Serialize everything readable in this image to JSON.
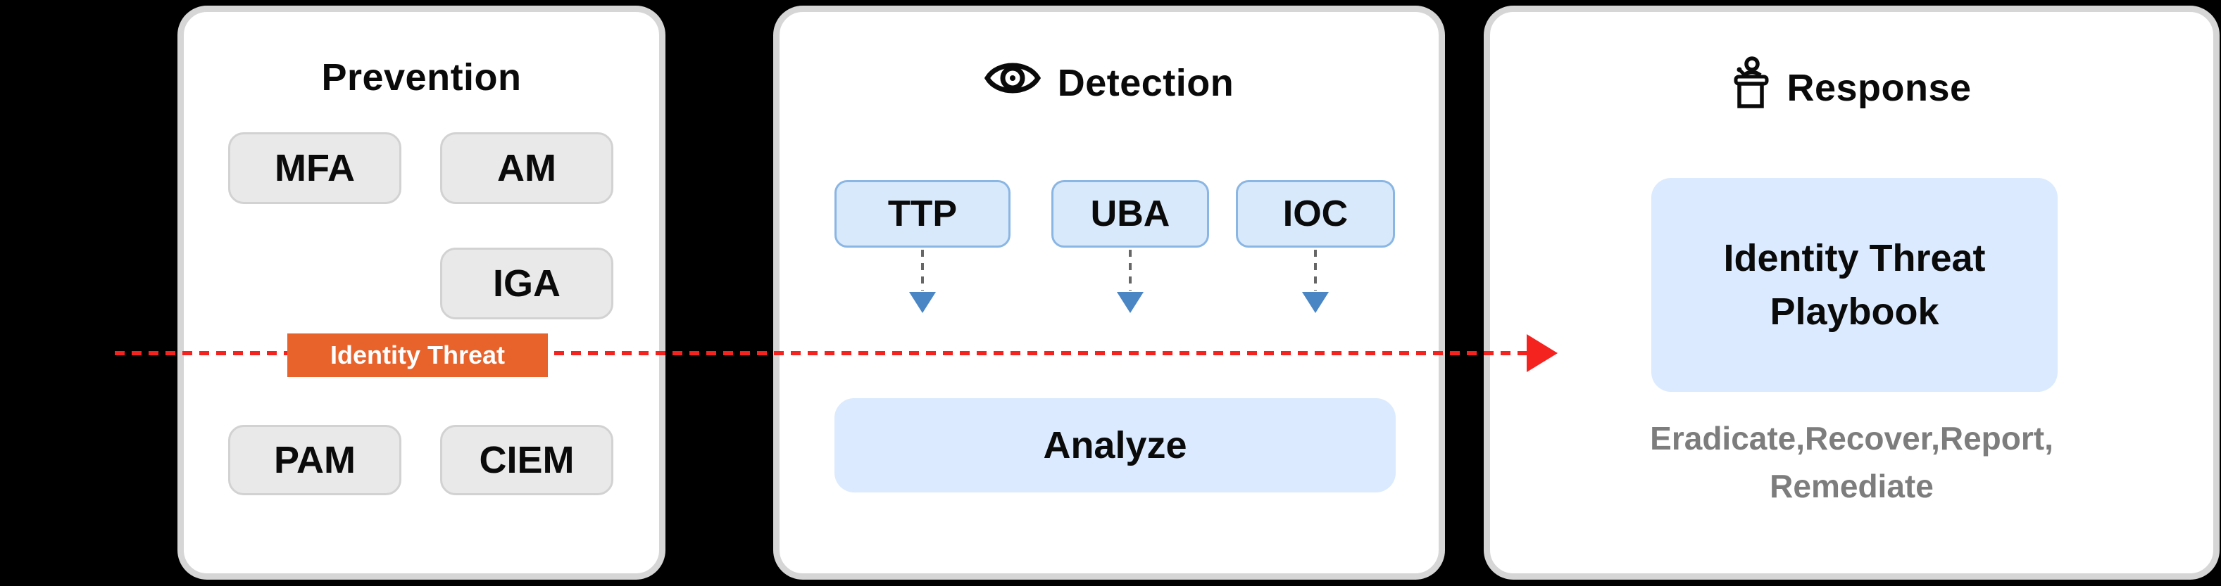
{
  "colors": {
    "background": "#000000",
    "panel_bg": "#ffffff",
    "panel_border": "#d6d6d6",
    "gray_box_bg": "#e9e9e9",
    "gray_box_border": "#d2d2d2",
    "blue_box_bg": "#d9e9fc",
    "blue_box_border": "#8ab6e4",
    "light_blue_bg": "#dbeafe",
    "threat_bg": "#e8632c",
    "threat_text": "#ffffff",
    "red_arrow": "#f42320",
    "down_arrow_blue": "#4a85c4",
    "connector_gray": "#666666",
    "muted_text": "#7d7d7d",
    "text": "#0a0a0a"
  },
  "flow": {
    "threat_label": "Identity Threat"
  },
  "panels": {
    "prevention": {
      "title": "Prevention",
      "boxes": [
        "MFA",
        "AM",
        "IGA",
        "PAM",
        "CIEM"
      ]
    },
    "detection": {
      "title": "Detection",
      "icon": "eye-icon",
      "sources": [
        "TTP",
        "UBA",
        "IOC"
      ],
      "analyze_label": "Analyze"
    },
    "response": {
      "title": "Response",
      "icon": "podium-icon",
      "playbook_lines": [
        "Identity Threat",
        "Playbook"
      ],
      "action_lines": [
        "Eradicate,Recover,Report,",
        "Remediate"
      ]
    }
  }
}
